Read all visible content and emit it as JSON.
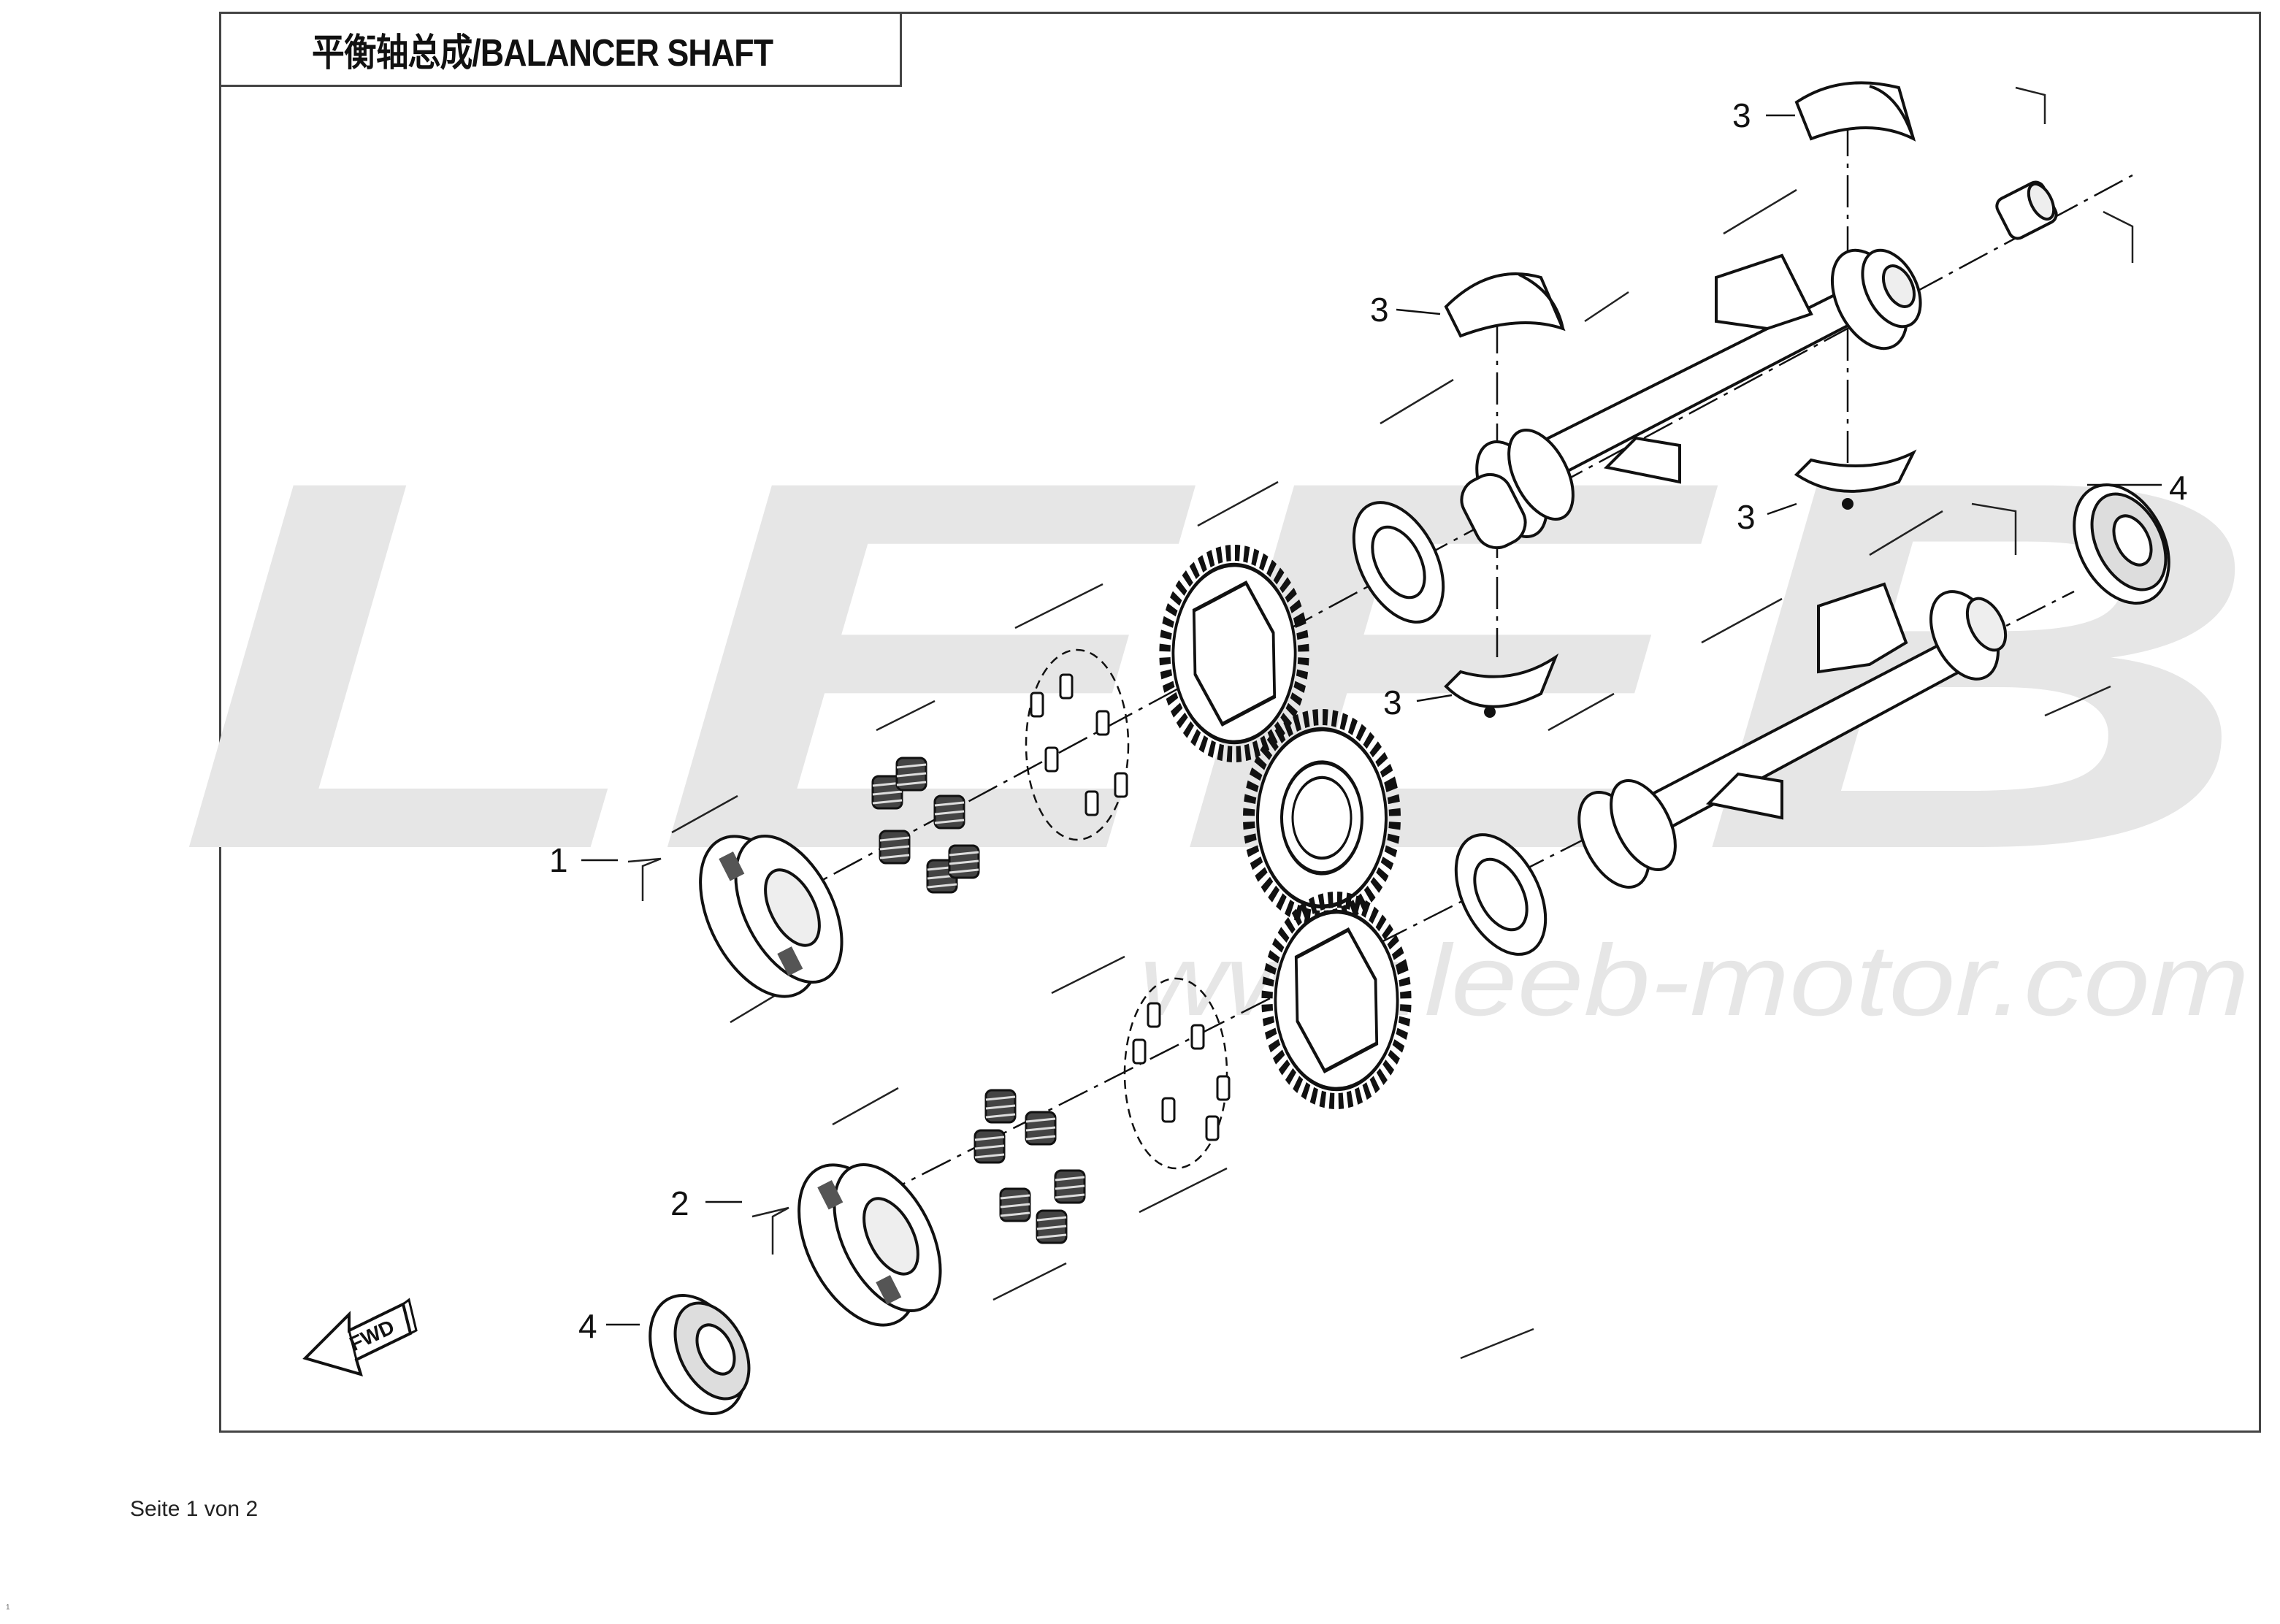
{
  "title": "平衡轴总成/BALANCER SHAFT",
  "watermark": {
    "logo": "LEEB",
    "url": "www.leeb-motor.com"
  },
  "callouts": [
    "1",
    "2",
    "3",
    "3",
    "3",
    "3",
    "4",
    "4"
  ],
  "fwd_label": "FWD",
  "footer": "Seite 1 von 2",
  "corner_mark": "1",
  "colors": {
    "line": "#111111",
    "frame": "#444444",
    "watermark": "#e6e6e6"
  }
}
